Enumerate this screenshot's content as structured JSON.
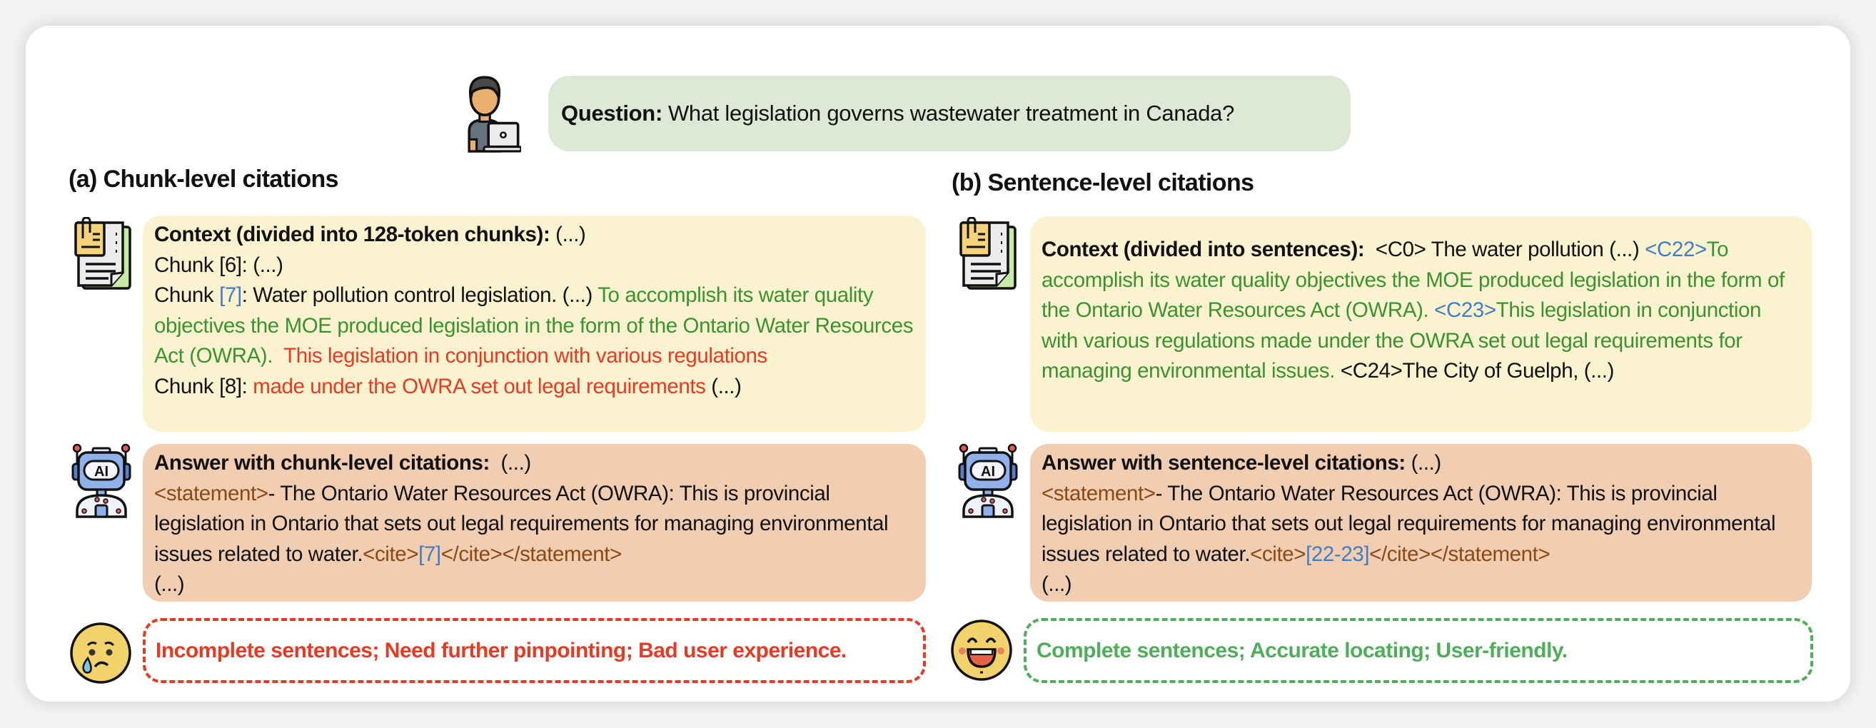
{
  "question": {
    "label": "Question:",
    "text": "What legislation governs wastewater treatment in Canada?"
  },
  "panel_a": {
    "heading": "(a) Chunk-level citations",
    "context": {
      "title": "Context (divided into 128-token chunks):",
      "title_suffix": " (...)",
      "chunk6_label": "Chunk [6]:",
      "chunk6_text": " (...)",
      "chunk7_prefix": "Chunk ",
      "chunk7_ref": "[7]",
      "chunk7_plain": ": Water pollution control legislation. (...) ",
      "chunk7_green": "To accomplish its water quality objectives the MOE produced legislation in the form of the Ontario Water Resources Act (OWRA).",
      "chunk7_red": "This legislation in conjunction with various regulations",
      "chunk8_label": "Chunk [8]: ",
      "chunk8_red": "made under the OWRA set out legal requirements",
      "chunk8_suffix": " (...)"
    },
    "answer": {
      "title": "Answer with chunk-level citations:",
      "title_suffix": "  (...)",
      "open_tag": "<statement>",
      "statement": "- The Ontario Water Resources Act (OWRA): This is provincial legislation in Ontario that sets out legal requirements for managing environmental issues related to water.",
      "cite_open": "<cite>",
      "cite_ref": "[7]",
      "cite_close": "</cite></statement>",
      "trailing": "(...)"
    },
    "verdict": "Incomplete sentences; Need further pinpointing; Bad user experience."
  },
  "panel_b": {
    "heading": "(b) Sentence-level citations",
    "context": {
      "title": "Context (divided into sentences):",
      "c0": "  <C0> The water pollution (...) ",
      "c22_tag": "<C22>",
      "c22_text": "To accomplish its water quality objectives the MOE produced legislation in the form of the Ontario Water Resources Act (OWRA). ",
      "c23_tag": "<C23>",
      "c23_text": "This legislation in conjunction with various regulations made under the OWRA set out legal requirements for managing environmental issues.",
      "c24": " <C24>The City of Guelph, (...)"
    },
    "answer": {
      "title": "Answer with sentence-level citations:",
      "title_suffix": " (...)",
      "open_tag": "<statement>",
      "statement": "- The Ontario Water Resources Act (OWRA): This is provincial legislation in Ontario that sets out legal requirements for managing environmental issues related to water.",
      "cite_open": "<cite>",
      "cite_ref": "[22-23]",
      "cite_close": "</cite></statement>",
      "trailing": "(...)"
    },
    "verdict": "Complete sentences; Accurate locating; User-friendly."
  },
  "icons": {
    "user": "user-with-laptop-icon",
    "document": "document-icon",
    "robot": "ai-robot-icon",
    "sad": "crying-face-icon",
    "happy": "laughing-face-icon"
  },
  "colors": {
    "question_bg": "#dde8d6",
    "context_bg": "#fbf2cf",
    "answer_bg": "#f1cdb1",
    "supporting_text": "#3a9330",
    "wrong_text": "#e63a23",
    "citation": "#3f7ec4",
    "tag": "#8a4a16",
    "positive": "#4fae5a"
  }
}
